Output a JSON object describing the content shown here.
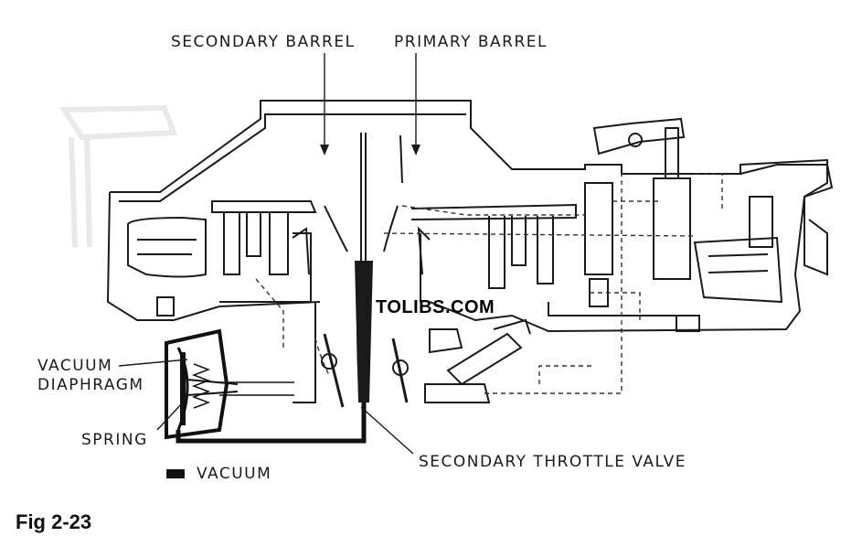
{
  "labels": {
    "secondary_barrel": "SECONDARY BARREL",
    "primary_barrel": "PRIMARY BARREL",
    "vacuum_diaphragm_line1": "VACUUM",
    "vacuum_diaphragm_line2": "DIAPHRAGM",
    "spring": "SPRING",
    "secondary_throttle_valve": "SECONDARY THROTTLE VALVE",
    "vacuum_legend": "VACUUM"
  },
  "watermark": "TOLIBS.COM",
  "figure_caption": "Fig 2-23",
  "colors": {
    "ink": "#1a1a1a",
    "vacuum": "#111111",
    "background": "#ffffff"
  }
}
